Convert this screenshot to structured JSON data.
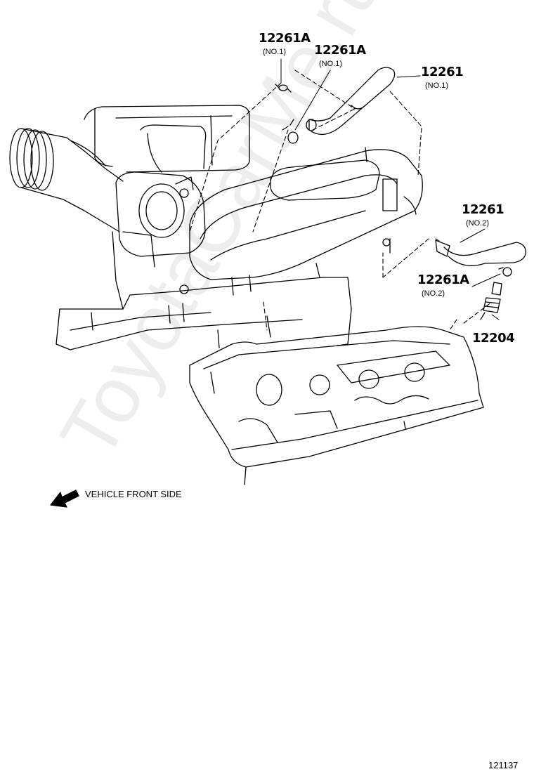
{
  "callouts": [
    {
      "part": "12261A",
      "sub": "(NO.1)"
    },
    {
      "part": "12261A",
      "sub": "(NO.1)"
    },
    {
      "part": "12261",
      "sub": "(NO.1)"
    },
    {
      "part": "12261",
      "sub": "(NO.2)"
    },
    {
      "part": "12261A",
      "sub": "(NO.2)"
    },
    {
      "part": "12204",
      "sub": ""
    }
  ],
  "direction_label": "VEHICLE FRONT SIDE",
  "diagram_id": "121137",
  "watermark": "ToyotaCarMe.ru",
  "colors": {
    "line": "#000000",
    "watermark": "#e6e6e6"
  }
}
